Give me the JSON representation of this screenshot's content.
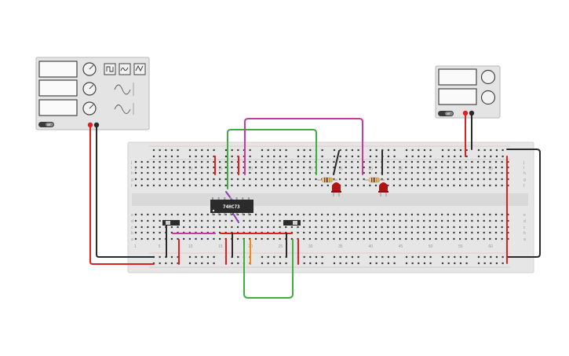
{
  "function_generator": {
    "power_label": "off",
    "waveforms": [
      "square-wave-icon",
      "triangle-wave-icon",
      "sine-wave-icon"
    ]
  },
  "power_supply": {
    "power_label": "off"
  },
  "chip": {
    "label": "74HC73"
  },
  "breadboard": {
    "top_numbers": [
      "1",
      "5",
      "10",
      "15",
      "20",
      "25",
      "30",
      "35",
      "40",
      "45",
      "50",
      "55",
      "60"
    ],
    "bottom_numbers": [
      "1",
      "5",
      "10",
      "15",
      "20",
      "25",
      "30",
      "35",
      "40",
      "45",
      "50",
      "55",
      "60"
    ],
    "row_letters_top": [
      "j",
      "i",
      "h",
      "g",
      "f"
    ],
    "row_letters_bottom": [
      "e",
      "d",
      "c",
      "b",
      "a"
    ]
  },
  "components": {
    "resistors": 2,
    "leds": 2,
    "slide_switches": 2
  },
  "colors": {
    "wire_red": "#e02020",
    "wire_black": "#2a2a2a",
    "wire_green": "#3fae3f",
    "wire_magenta": "#c83aa0",
    "wire_orange": "#ef8a1a",
    "led_red": "#b01515",
    "breadboard": "#e6e6e6"
  }
}
